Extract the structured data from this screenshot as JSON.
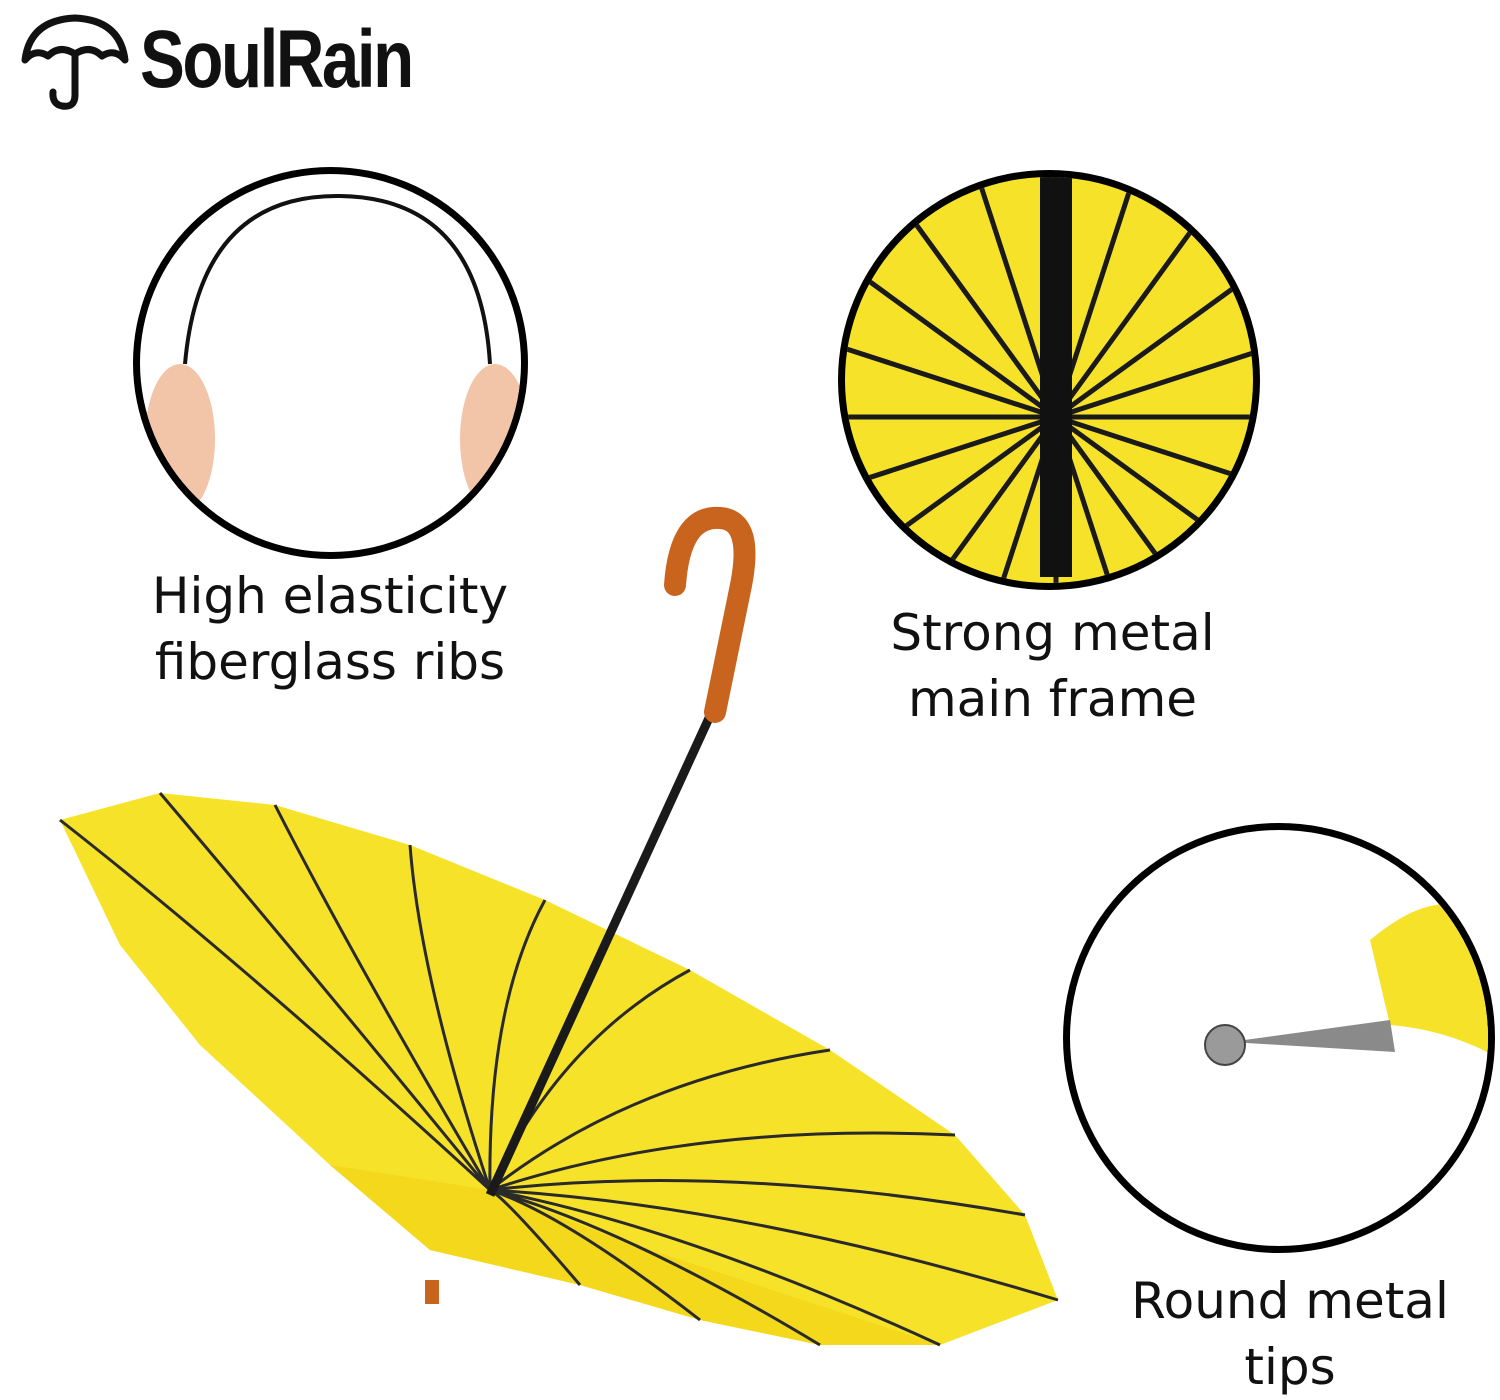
{
  "brand": {
    "name": "SoulRain",
    "logo_icon": "umbrella-icon"
  },
  "features": [
    {
      "line1": "High elasticity",
      "line2": "fiberglass ribs"
    },
    {
      "line1": "Strong metal",
      "line2": "main frame"
    },
    {
      "line1": "Round metal",
      "line2": "tips"
    }
  ],
  "colors": {
    "canopy": "#f7e22a",
    "handle": "#c8641e",
    "frame": "#1a1a1a"
  }
}
